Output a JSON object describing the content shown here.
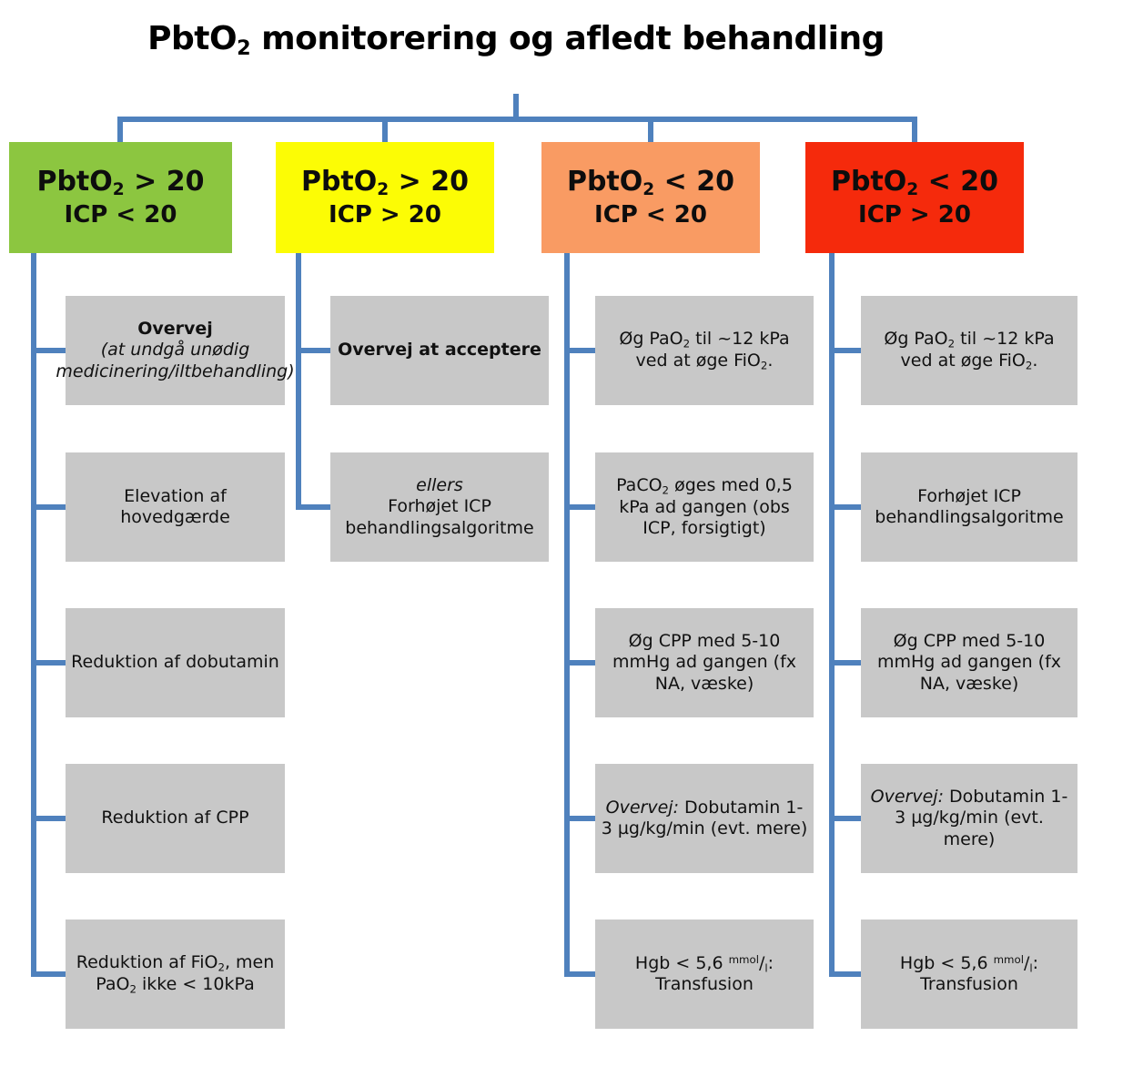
{
  "colors": {
    "line": "#4F81BD",
    "box_bg": "#C8C8C8",
    "title_color": "#000000"
  },
  "title": {
    "segments": [
      {
        "t": "PbtO",
        "s": "n"
      },
      {
        "t": "2",
        "s": "sub"
      },
      {
        "t": " monitorering og afledt behandling",
        "s": "n"
      }
    ]
  },
  "columns": [
    {
      "header": {
        "bg": "#8CC640",
        "line1": [
          {
            "t": "PbtO",
            "s": "n"
          },
          {
            "t": "2",
            "s": "sub"
          },
          {
            "t": " > 20",
            "s": "n"
          }
        ],
        "line2": [
          {
            "t": "ICP < 20",
            "s": "n"
          }
        ]
      },
      "boxes": [
        {
          "segments": [
            {
              "t": "Overvej",
              "s": "b"
            },
            {
              "t": "",
              "s": "br"
            },
            {
              "t": "(at undgå unødig medicinering/iltbehandling)",
              "s": "i"
            }
          ]
        },
        {
          "segments": [
            {
              "t": "Elevation af hovedgærde",
              "s": "n"
            }
          ]
        },
        {
          "segments": [
            {
              "t": "Reduktion af dobutamin",
              "s": "n"
            }
          ]
        },
        {
          "segments": [
            {
              "t": "Reduktion af CPP",
              "s": "n"
            }
          ]
        },
        {
          "segments": [
            {
              "t": "Reduktion af FiO",
              "s": "n"
            },
            {
              "t": "2",
              "s": "sub"
            },
            {
              "t": ", men PaO",
              "s": "n"
            },
            {
              "t": "2",
              "s": "sub"
            },
            {
              "t": " ikke < 10kPa",
              "s": "n"
            }
          ]
        }
      ]
    },
    {
      "header": {
        "bg": "#FCFC05",
        "line1": [
          {
            "t": "PbtO",
            "s": "n"
          },
          {
            "t": "2",
            "s": "sub"
          },
          {
            "t": " > 20",
            "s": "n"
          }
        ],
        "line2": [
          {
            "t": "ICP > 20",
            "s": "n"
          }
        ]
      },
      "boxes": [
        {
          "segments": [
            {
              "t": "Overvej at acceptere",
              "s": "b"
            }
          ]
        },
        {
          "segments": [
            {
              "t": "ellers",
              "s": "i"
            },
            {
              "t": "",
              "s": "br"
            },
            {
              "t": "Forhøjet ICP behandlingsalgoritme",
              "s": "n"
            }
          ]
        }
      ]
    },
    {
      "header": {
        "bg": "#F99B63",
        "line1": [
          {
            "t": "PbtO",
            "s": "n"
          },
          {
            "t": "2",
            "s": "sub"
          },
          {
            "t": " < 20",
            "s": "n"
          }
        ],
        "line2": [
          {
            "t": "ICP < 20",
            "s": "n"
          }
        ]
      },
      "boxes": [
        {
          "segments": [
            {
              "t": "Øg PaO",
              "s": "n"
            },
            {
              "t": "2",
              "s": "sub"
            },
            {
              "t": " til ~12 kPa ved at øge FiO",
              "s": "n"
            },
            {
              "t": "2",
              "s": "sub"
            },
            {
              "t": ".",
              "s": "n"
            }
          ]
        },
        {
          "segments": [
            {
              "t": "PaCO",
              "s": "n"
            },
            {
              "t": "2",
              "s": "sub"
            },
            {
              "t": " øges med 0,5 kPa ad gangen (obs ICP, forsigtigt)",
              "s": "n"
            }
          ]
        },
        {
          "segments": [
            {
              "t": "Øg CPP med 5-10 mmHg ad gangen (fx NA, væske)",
              "s": "n"
            }
          ]
        },
        {
          "segments": [
            {
              "t": "Overvej:",
              "s": "i"
            },
            {
              "t": " Dobutamin 1-3 µg/kg/min (evt. mere)",
              "s": "n"
            }
          ]
        },
        {
          "segments": [
            {
              "t": "Hgb < 5,6 ",
              "s": "n"
            },
            {
              "t": "mmol",
              "s": "sup"
            },
            {
              "t": "/",
              "s": "n"
            },
            {
              "t": "l",
              "s": "sub"
            },
            {
              "t": ": Transfusion",
              "s": "n"
            }
          ]
        }
      ]
    },
    {
      "header": {
        "bg": "#F52A0C",
        "line1": [
          {
            "t": "PbtO",
            "s": "n"
          },
          {
            "t": "2",
            "s": "sub"
          },
          {
            "t": " < 20",
            "s": "n"
          }
        ],
        "line2": [
          {
            "t": "ICP > 20",
            "s": "n"
          }
        ]
      },
      "boxes": [
        {
          "segments": [
            {
              "t": "Øg PaO",
              "s": "n"
            },
            {
              "t": "2",
              "s": "sub"
            },
            {
              "t": " til ~12 kPa ved at øge FiO",
              "s": "n"
            },
            {
              "t": "2",
              "s": "sub"
            },
            {
              "t": ".",
              "s": "n"
            }
          ]
        },
        {
          "segments": [
            {
              "t": "Forhøjet ICP behandlingsalgoritme",
              "s": "n"
            }
          ]
        },
        {
          "segments": [
            {
              "t": "Øg CPP med 5-10 mmHg ad gangen (fx NA, væske)",
              "s": "n"
            }
          ]
        },
        {
          "segments": [
            {
              "t": "Overvej:",
              "s": "i"
            },
            {
              "t": " Dobutamin 1-3 µg/kg/min (evt. mere)",
              "s": "n"
            }
          ]
        },
        {
          "segments": [
            {
              "t": "Hgb < 5,6 ",
              "s": "n"
            },
            {
              "t": "mmol",
              "s": "sup"
            },
            {
              "t": "/",
              "s": "n"
            },
            {
              "t": "l",
              "s": "sub"
            },
            {
              "t": ": Transfusion",
              "s": "n"
            }
          ]
        }
      ]
    }
  ]
}
